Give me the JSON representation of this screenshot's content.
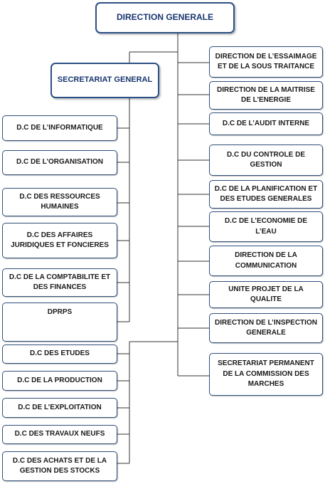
{
  "root": "DIRECTION GENERALE",
  "secretariat": "SECRETARIAT GENERAL",
  "secretariat_units": [
    "D.C DE L’INFORMATIQUE",
    "D.C DE L’ORGANISATION",
    "D.C DES RESSOURCES HUMAINES",
    "D.C DES AFFAIRES JURIDIQUES ET FONCIERES",
    "D.C DE LA COMPTABILITE ET DES FINANCES",
    "DPRPS"
  ],
  "operational_units": [
    "D.C DES ETUDES",
    "D.C DE LA PRODUCTION",
    "D.C DE L’EXPLOITATION",
    "D.C DES TRAVAUX NEUFS",
    "D.C DES ACHATS ET DE LA GESTION DES STOCKS"
  ],
  "right_units": [
    "DIRECTION DE L’ESSAIMAGE ET DE LA SOUS TRAITANCE",
    "DIRECTION DE LA MAITRISE DE L’ENERGIE",
    "D.C DE L’AUDIT INTERNE",
    "D.C DU CONTROLE DE GESTION",
    "D.C DE LA PLANIFICATION ET DES ETUDES GENERALES",
    "D.C DE L’ECONOMIE DE L’EAU",
    "DIRECTION DE LA COMMUNICATION",
    "UNITE PROJET DE LA QUALITE",
    "DIRECTION DE L’INSPECTION GENERALE",
    "SECRETARIAT PERMANENT DE LA COMMISSION DES MARCHES"
  ]
}
